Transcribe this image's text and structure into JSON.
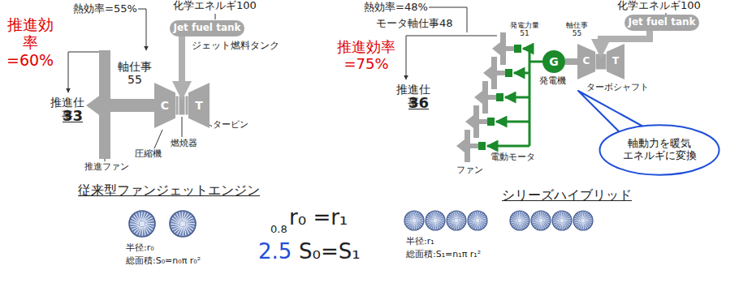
{
  "diagram": {
    "nodes": [
      {
        "text": [
          "Jet fuel tank"
        ]
      },
      {
        "text": [
          "C"
        ]
      },
      {
        "text": [
          "T"
        ]
      },
      {
        "text": [
          "Jet fuel tank"
        ]
      },
      {
        "text": [
          "G"
        ]
      },
      {
        "text": [
          "C"
        ]
      },
      {
        "text": [
          "T"
        ]
      },
      {
        "text": [
          "軸動力を暖気 エネルギに変換"
        ]
      }
    ],
    "labels": [
      "熱効率=55%",
      "化学エネルギ100",
      "ジェット燃料タンク",
      "推進効 率=60%",
      "軸仕事 55",
      "推進仕 事",
      "33",
      "燃焼器",
      "圧縮機",
      "タービン",
      "推進ファン",
      "従来型ファンジェットエンジン",
      "熱効率=48%",
      "化学エネルギ100",
      "モータ軸仕事48",
      "推進効率 =75%",
      "推進仕 事",
      "36",
      "発電力量 51",
      "軸仕事 55",
      "発電機",
      "ターボシャフト",
      "電動モータ",
      "ファン",
      "シリーズハイブリッド",
      "半径:r₀",
      "総面積:S₀=n₀π r₀²",
      "0.8",
      "r₀ =r₁",
      "2.5",
      "S₀=S₁",
      "半径:r₁",
      "総面積:S₁=n₁π r₁²"
    ]
  }
}
